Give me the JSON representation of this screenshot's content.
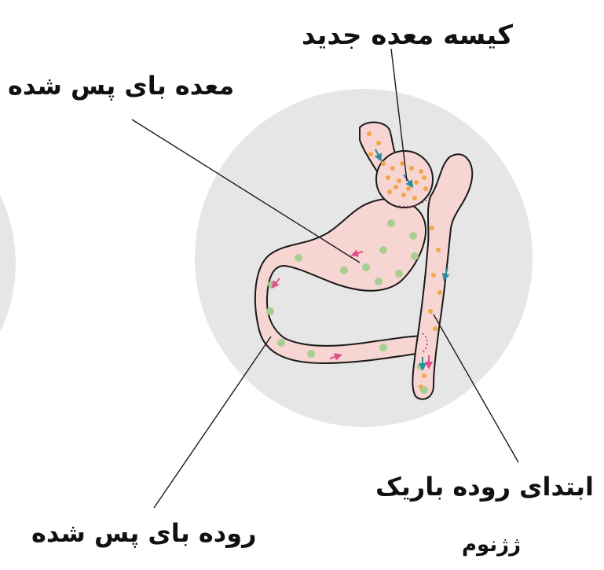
{
  "diagram": {
    "labels": {
      "new_pouch": "کیسه معده جدید",
      "bypassed_stomach": "معده بای پس شده",
      "small_intestine_start": "ابتدای روده باریک",
      "bypassed_intestine": "روده بای پس شده"
    },
    "watermark": "ژژنوم",
    "colors": {
      "background_disc": "#e6e6e6",
      "organ_fill": "#f6d5d2",
      "organ_outline": "#1a1a1a",
      "food_particles": "#f0a64a",
      "digestive_juices": "#a6d08f",
      "arrow_food": "#2a8ea0",
      "arrow_juice": "#e0528a",
      "text": "#111111"
    }
  }
}
